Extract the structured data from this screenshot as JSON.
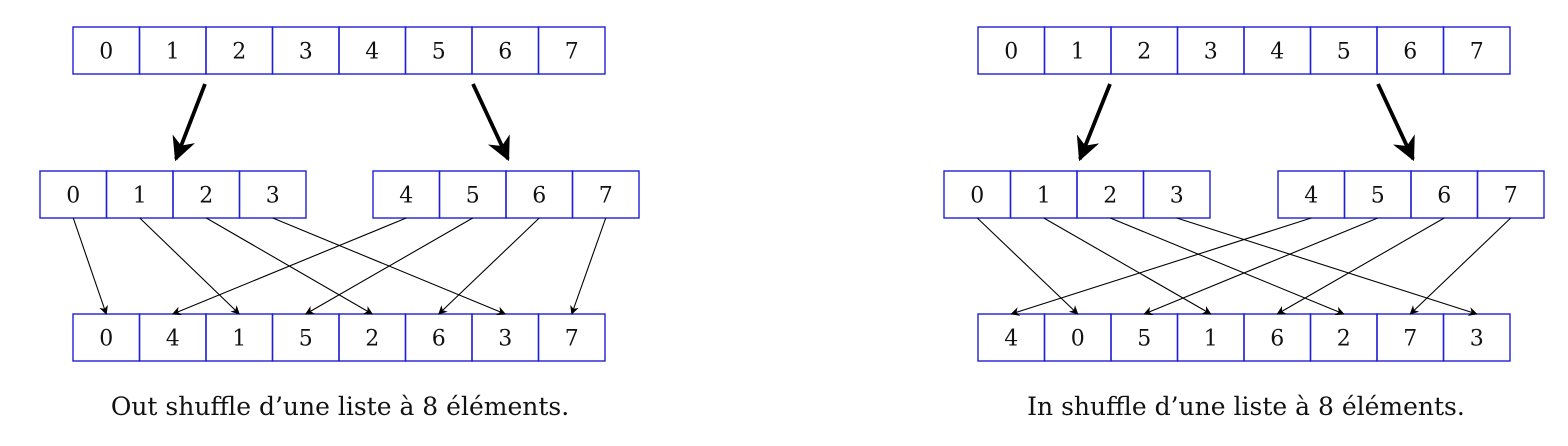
{
  "colors": {
    "cell_border": "#1f1fd6",
    "arrow": "#000000",
    "text": "#111111",
    "background": "#ffffff"
  },
  "diagrams": [
    {
      "id": "out-shuffle",
      "caption": "Out shuffle d’une liste à 8 éléments.",
      "original": [
        "0",
        "1",
        "2",
        "3",
        "4",
        "5",
        "6",
        "7"
      ],
      "left_half": [
        "0",
        "1",
        "2",
        "3"
      ],
      "right_half": [
        "4",
        "5",
        "6",
        "7"
      ],
      "result": [
        "0",
        "4",
        "1",
        "5",
        "2",
        "6",
        "3",
        "7"
      ]
    },
    {
      "id": "in-shuffle",
      "caption": "In shuffle d’une liste à 8 éléments.",
      "original": [
        "0",
        "1",
        "2",
        "3",
        "4",
        "5",
        "6",
        "7"
      ],
      "left_half": [
        "0",
        "1",
        "2",
        "3"
      ],
      "right_half": [
        "4",
        "5",
        "6",
        "7"
      ],
      "result": [
        "4",
        "0",
        "5",
        "1",
        "6",
        "2",
        "7",
        "3"
      ]
    }
  ]
}
